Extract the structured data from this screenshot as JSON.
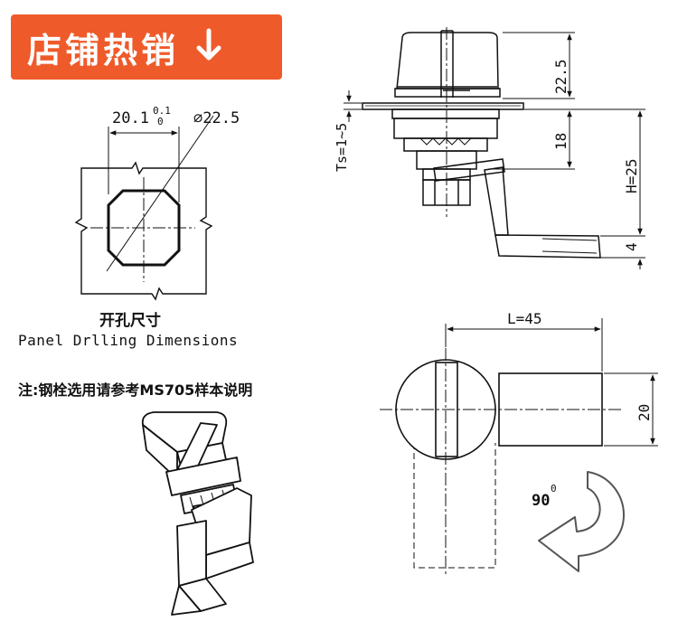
{
  "banner": {
    "title": "店铺热销",
    "arrow_icon": "down-arrow-icon",
    "color": "#ef5a2a"
  },
  "panel_drawing": {
    "width_dim": "20.1",
    "tol_upper": "0.1",
    "tol_lower": "0",
    "diameter_dim": "⌀22.5",
    "caption_cn": "开孔尺寸",
    "caption_en": "Panel Drlling Dimensions"
  },
  "note": "注:钢栓选用请参考MS705样本说明",
  "side_view": {
    "dim_knob": "22.5",
    "dim_body": "18",
    "dim_thickness": "Ts=1~5",
    "dim_height": "H=25",
    "dim_bottom": "4"
  },
  "top_view": {
    "dim_length": "L=45",
    "dim_width": "20",
    "rotation": "90",
    "rotation_unit": "0"
  }
}
